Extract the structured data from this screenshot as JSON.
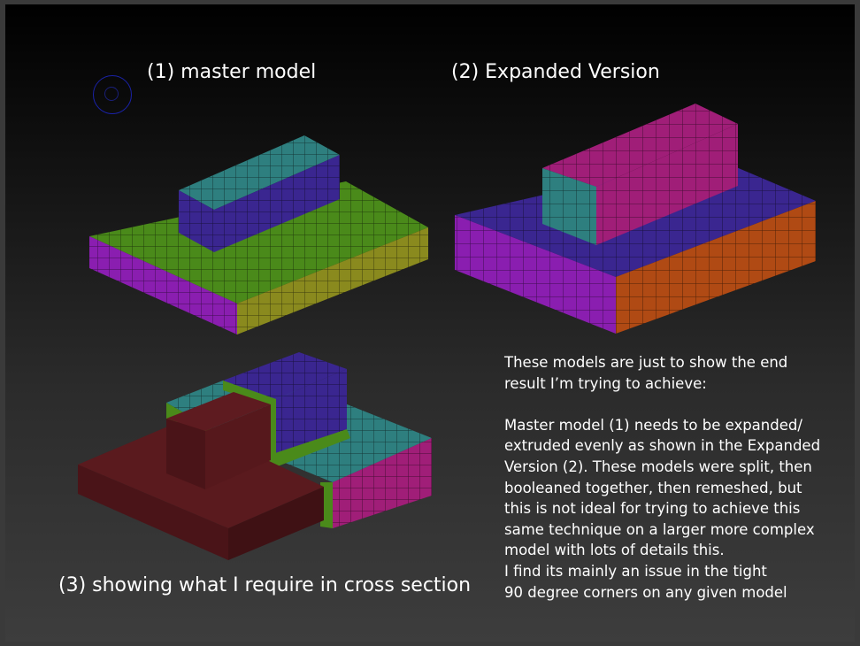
{
  "labels": {
    "master": "(1)  master model",
    "expanded": "(2)  Expanded Version",
    "cross_section": "(3) showing what I require in cross section"
  },
  "note": {
    "lines": [
      "These models are just to show the end",
      "result I’m trying to achieve:",
      "",
      "Master model (1)  needs to  be expanded/",
      "extruded evenly  as shown in the Expanded",
      "Version (2).   These models were split, then",
      "booleaned together, then  remeshed, but",
      "this is not ideal for trying to achieve this",
      "same technique on a larger more complex",
      "model with lots of details this.",
      "I find its mainly an issue in the tight",
      "90 degree corners on any given model"
    ]
  },
  "colors": {
    "green": "#4a8a1a",
    "teal": "#2e7f7f",
    "purple": "#8a1eb0",
    "indigo": "#3a2690",
    "olive": "#8a8a1e",
    "magenta": "#a01e78",
    "orange": "#b04a14",
    "maroon": "#5a1a1e"
  }
}
